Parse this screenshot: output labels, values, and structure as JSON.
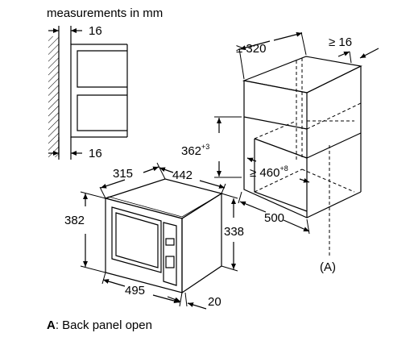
{
  "title": "measurements in mm",
  "legend": {
    "key": "A",
    "text": ": Back panel open"
  },
  "side_view": {
    "top_gap": "16",
    "bottom_gap": "16"
  },
  "cabinet": {
    "depth_min": "≥ 320",
    "side_gap_min": "≥ 16",
    "niche_height": "362",
    "niche_height_tol": "+3",
    "niche_width_min": "≥ 460",
    "niche_width_tol": "+8",
    "depth": "500",
    "back_label": "(A)"
  },
  "appliance": {
    "frame_depth": "315",
    "width": "442",
    "frame_height": "382",
    "height": "338",
    "frame_width": "495",
    "frame_thickness": "20"
  }
}
